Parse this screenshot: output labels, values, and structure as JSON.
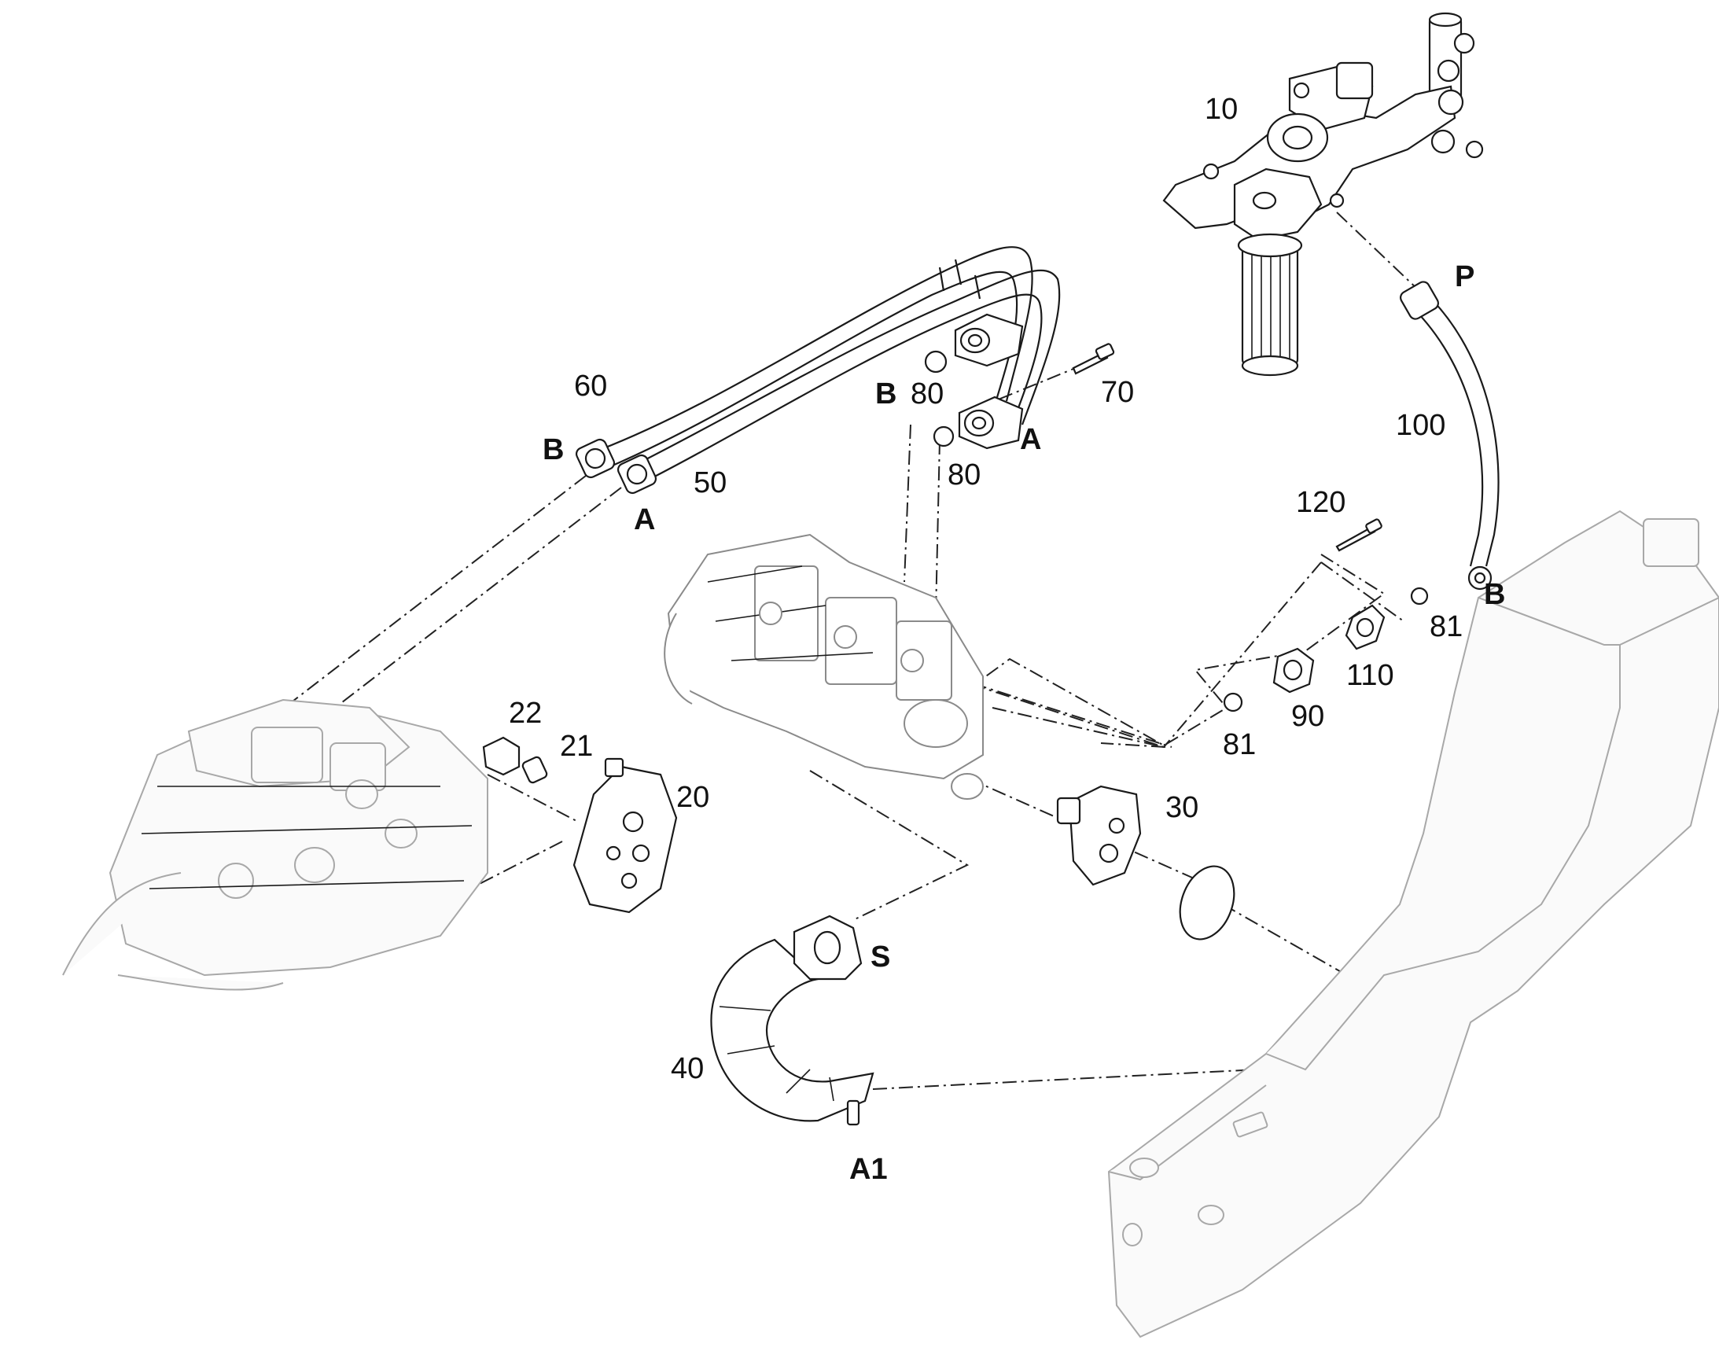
{
  "callouts": {
    "p10": "10",
    "p20": "20",
    "p21": "21",
    "p22": "22",
    "p30": "30",
    "p40": "40",
    "p50": "50",
    "p60": "60",
    "p70": "70",
    "p80_upper": "80",
    "p80_lower": "80",
    "p81_left": "81",
    "p81_right": "81",
    "p90": "90",
    "p100": "100",
    "p110": "110",
    "p120": "120"
  },
  "ports": {
    "b_hose_end": "B",
    "a_hose_end": "A",
    "b_flange": "B",
    "a_flange": "A",
    "p_filter": "P",
    "b_return": "B",
    "s_suction": "S",
    "a1_tank": "A1"
  }
}
